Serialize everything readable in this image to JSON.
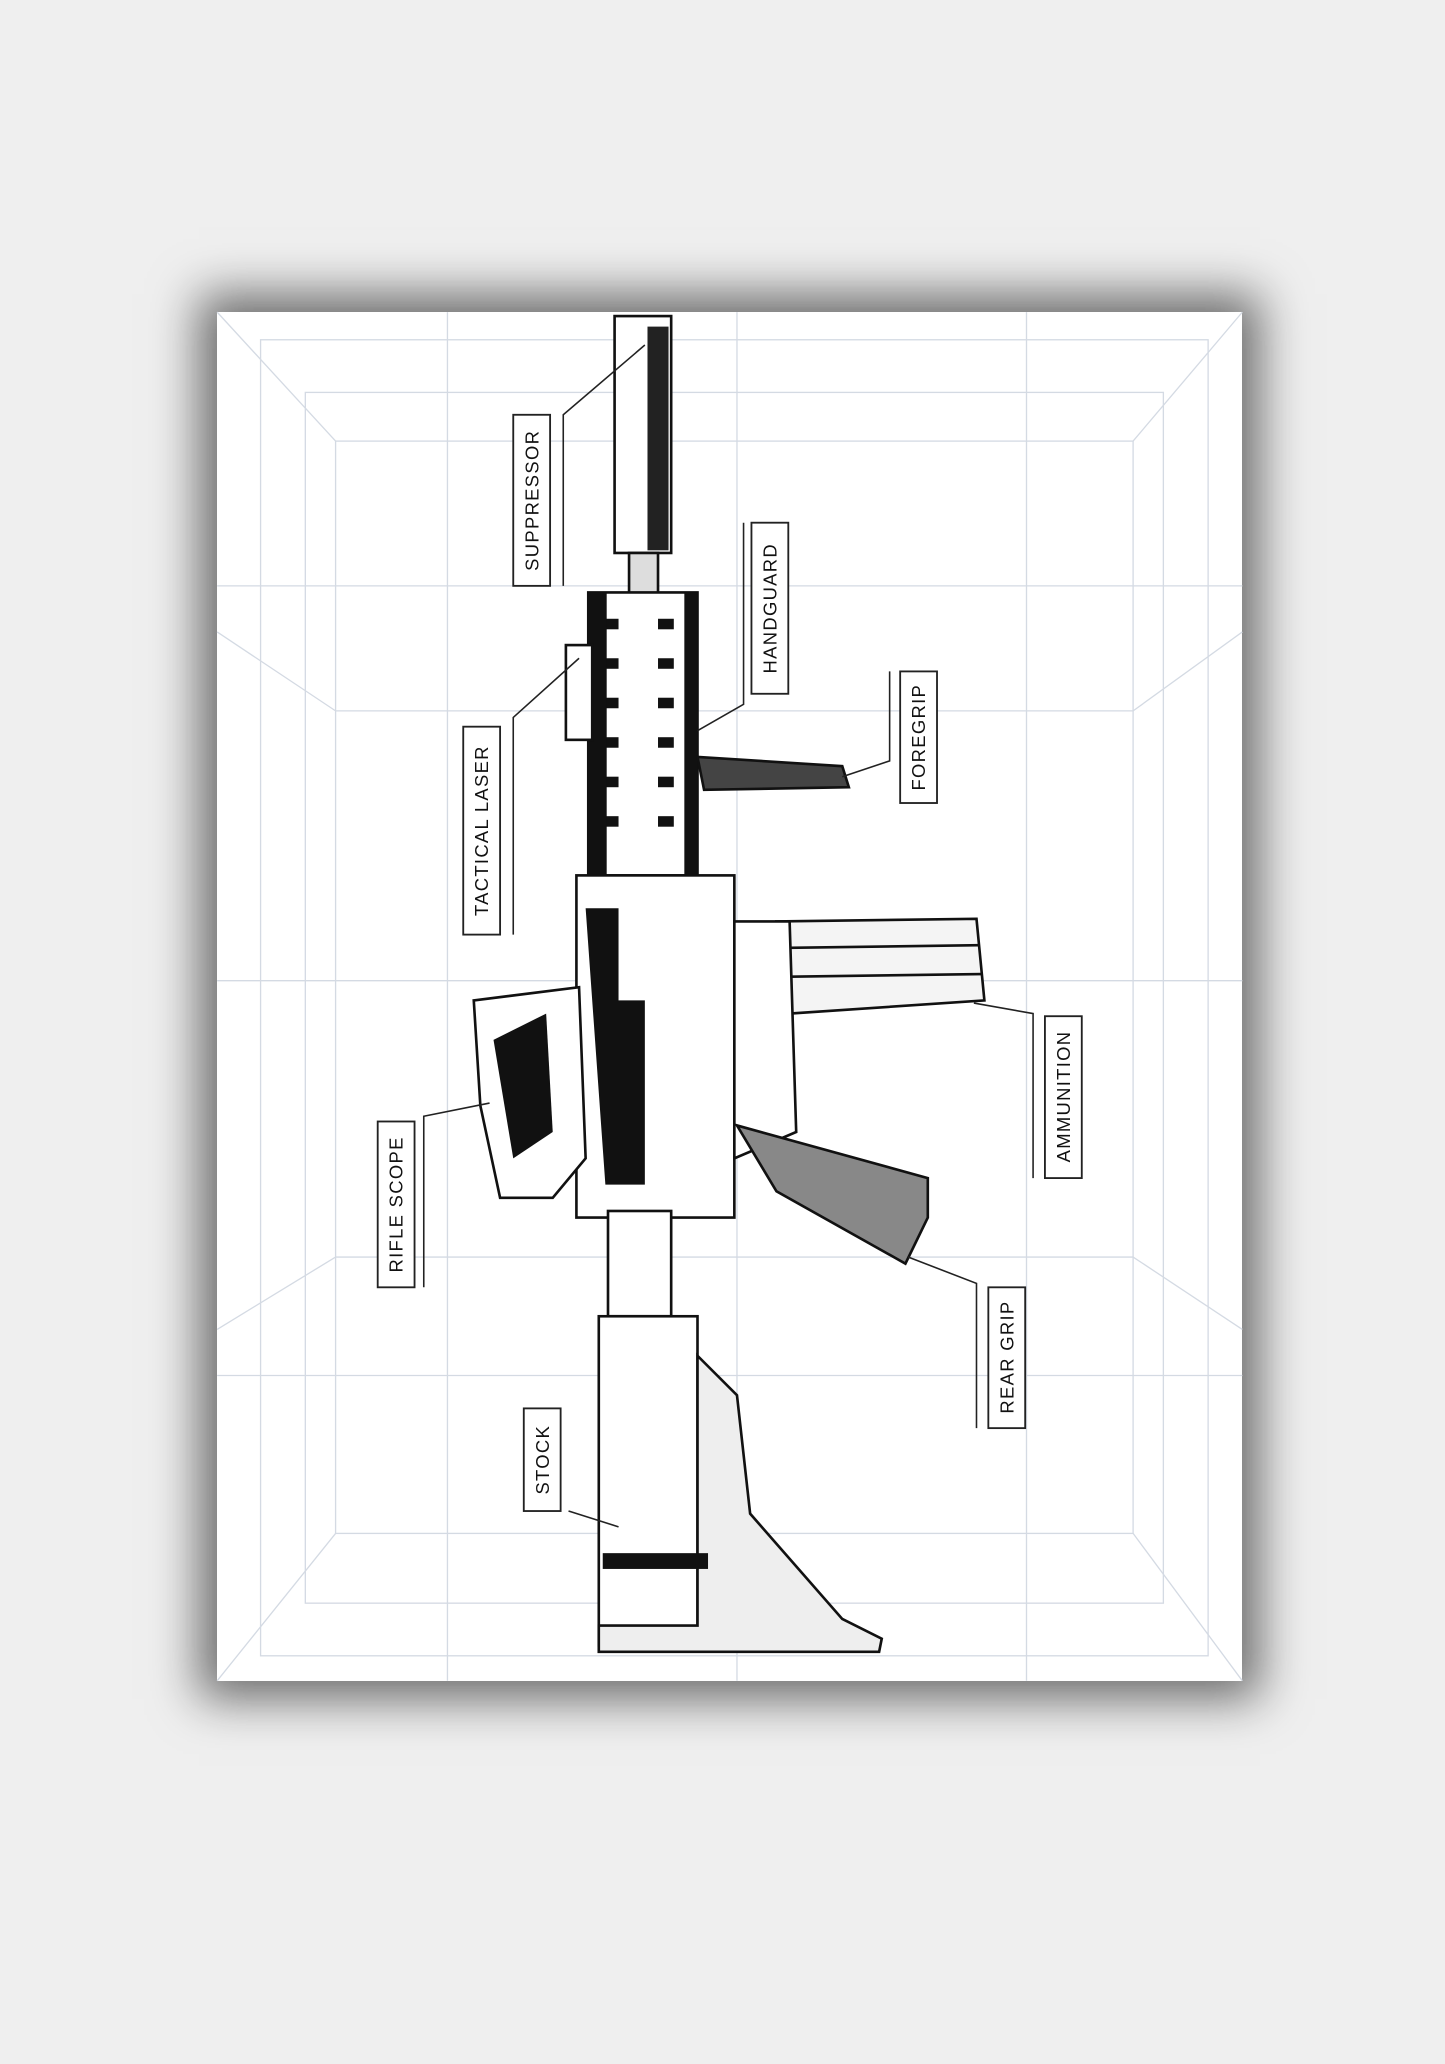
{
  "poster": {
    "colors": {
      "background": "#efefef",
      "paper": "#ffffff",
      "grid": "#d4dae3",
      "ink": "#111111"
    },
    "labels": [
      {
        "id": "suppressor",
        "text": "SUPPRESSOR"
      },
      {
        "id": "handguard",
        "text": "HANDGUARD"
      },
      {
        "id": "tactical-laser",
        "text": "TACTICAL LASER"
      },
      {
        "id": "foregrip",
        "text": "FOREGRIP"
      },
      {
        "id": "ammunition",
        "text": "AMMUNITION"
      },
      {
        "id": "rifle-scope",
        "text": "RIFLE SCOPE"
      },
      {
        "id": "rear-grip",
        "text": "REAR GRIP"
      },
      {
        "id": "stock",
        "text": "STOCK"
      }
    ]
  }
}
